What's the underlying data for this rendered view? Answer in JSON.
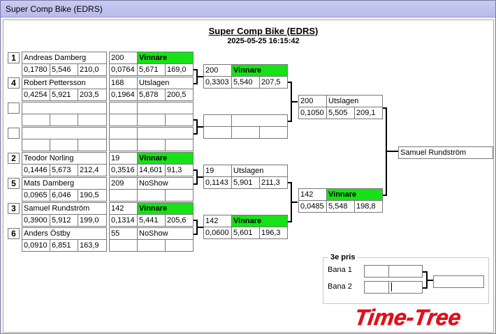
{
  "window_title": "Super Comp Bike (EDRS)",
  "event": {
    "title": "Super Comp Bike (EDRS)",
    "datetime": "2025-05-25 16:15:42"
  },
  "round1": [
    {
      "seed": "1",
      "name": "Andreas Damberg",
      "s1": "0,1780",
      "s2": "5,546",
      "s3": "210,0",
      "num": "200",
      "result": "Vinnare",
      "r1": "0,0764",
      "r2": "5,671",
      "r3": "169,0"
    },
    {
      "seed": "4",
      "name": "Robert Pettersson",
      "s1": "0,4254",
      "s2": "5,921",
      "s3": "203,5",
      "num": "168",
      "result": "Utslagen",
      "r1": "0,1964",
      "r2": "5,878",
      "r3": "200,5"
    },
    {
      "seed": "",
      "name": "",
      "s1": "",
      "s2": "",
      "s3": "",
      "num": "",
      "result": "",
      "r1": "",
      "r2": "",
      "r3": ""
    },
    {
      "seed": "",
      "name": "",
      "s1": "",
      "s2": "",
      "s3": "",
      "num": "",
      "result": "",
      "r1": "",
      "r2": "",
      "r3": ""
    },
    {
      "seed": "2",
      "name": "Teodor Norling",
      "s1": "0,1446",
      "s2": "5,673",
      "s3": "212,4",
      "num": "19",
      "result": "Vinnare",
      "r1": "0,3516",
      "r2": "14,601",
      "r3": "91,3"
    },
    {
      "seed": "5",
      "name": "Mats Damberg",
      "s1": "0,0965",
      "s2": "6,046",
      "s3": "190,5",
      "num": "209",
      "result": "NoShow",
      "r1": "",
      "r2": "",
      "r3": ""
    },
    {
      "seed": "3",
      "name": "Samuel Rundström",
      "s1": "0,3900",
      "s2": "5,912",
      "s3": "199,0",
      "num": "142",
      "result": "Vinnare",
      "r1": "0,1314",
      "r2": "5,441",
      "r3": "205,6"
    },
    {
      "seed": "6",
      "name": "Anders Östby",
      "s1": "0,0910",
      "s2": "6,851",
      "s3": "163,9",
      "num": "55",
      "result": "NoShow",
      "r1": "",
      "r2": "",
      "r3": ""
    }
  ],
  "round2": [
    {
      "num": "200",
      "result": "Vinnare",
      "r1": "0,3303",
      "r2": "5,540",
      "r3": "207,5"
    },
    {
      "num": "",
      "result": "",
      "r1": "",
      "r2": "",
      "r3": ""
    },
    {
      "num": "19",
      "result": "Utslagen",
      "r1": "0,1143",
      "r2": "5,901",
      "r3": "211,3"
    },
    {
      "num": "142",
      "result": "Vinnare",
      "r1": "0,0600",
      "r2": "5,601",
      "r3": "196,3"
    }
  ],
  "round3": [
    {
      "num": "200",
      "result": "Utslagen",
      "r1": "0,1050",
      "r2": "5,505",
      "r3": "209,1"
    },
    {
      "num": "142",
      "result": "Vinnare",
      "r1": "0,0485",
      "r2": "5,548",
      "r3": "198,8"
    }
  ],
  "winner": "Samuel Rundström",
  "third_place": {
    "title": "3e pris",
    "lane1": "Bana 1",
    "lane2": "Bana 2"
  },
  "logo_text": "Time-Tree",
  "colors": {
    "winner_bg": "#17e217",
    "titlebar": "#b8bbea",
    "logo": "#e0101c"
  }
}
